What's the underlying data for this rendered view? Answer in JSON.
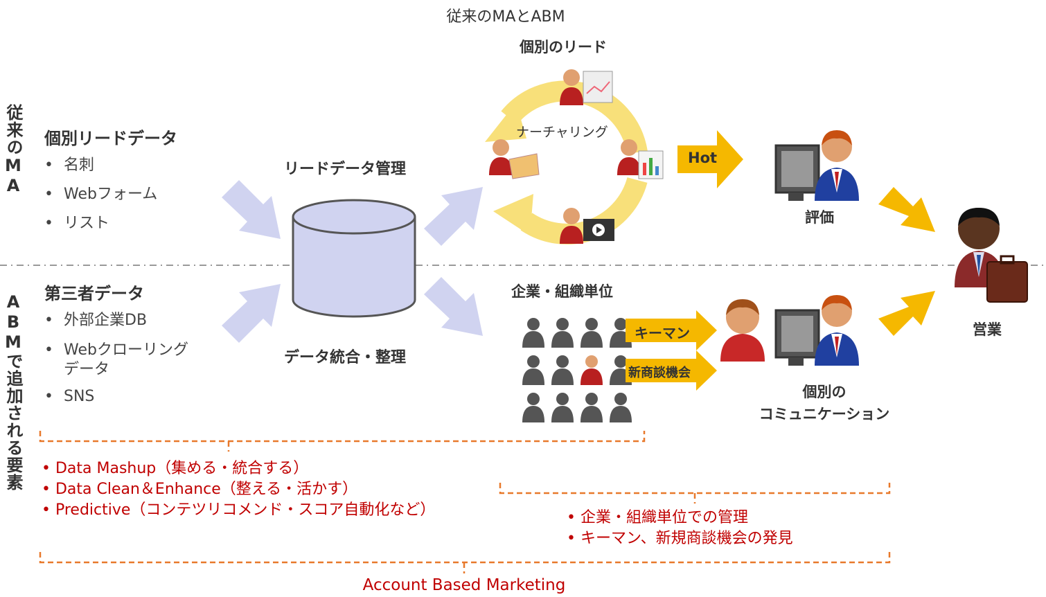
{
  "title": "従来のMAとABM",
  "rows": {
    "ma_label": "従来のMA",
    "abm_label": "ABMで追加される要素"
  },
  "ma": {
    "data_title": "個別リードデータ",
    "data_items": [
      "名刺",
      "Webフォーム",
      "リスト"
    ],
    "db_label": "リードデータ管理",
    "lead_title": "個別のリード",
    "nurturing": "ナーチャリング",
    "hot": "Hot",
    "evaluation": "評価"
  },
  "abm": {
    "data_title": "第三者データ",
    "data_items": [
      "外部企業DB",
      "Webクローリング",
      "データ",
      "SNS"
    ],
    "db_label": "データ統合・整理",
    "org_title": "企業・組織単位",
    "keyman": "キーマン",
    "new_deal": "新商談機会",
    "comm_line1": "個別の",
    "comm_line2": "コミュニケーション"
  },
  "sales": "営業",
  "notes_left": [
    "• Data Mashup（集める・統合する）",
    "• Data Clean＆Enhance（整える・活かす）",
    "• Predictive（コンテツリコメンド・スコア自動化など）"
  ],
  "notes_right": [
    "• 企業・組織単位での管理",
    "• キーマン、新規商談機会の発見"
  ],
  "footer": "Account Based Marketing",
  "colors": {
    "yellow_arrow": "#f5b800",
    "lavender": "#d0d3f0",
    "cycle": "#f8e07a",
    "orange_bracket": "#e8792b",
    "red_text": "#c00000",
    "divider": "#999999"
  }
}
